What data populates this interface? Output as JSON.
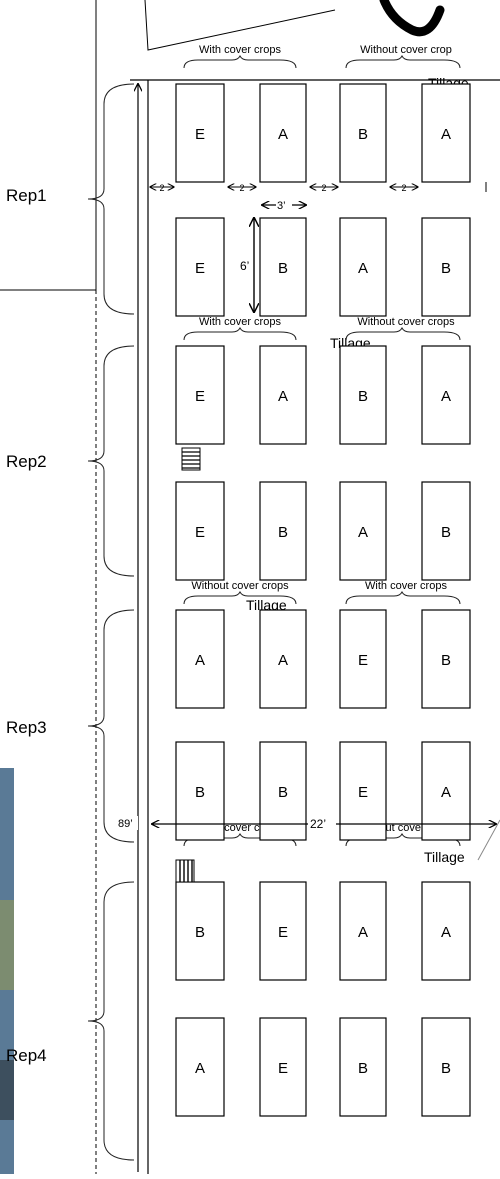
{
  "reps": [
    "Rep1",
    "Rep2",
    "Rep3",
    "Rep4"
  ],
  "dimensions": {
    "field_length": "89’",
    "field_width": "22’",
    "plot_width": "3’",
    "plot_length": "6’",
    "gap": "2"
  },
  "rep_headers": [
    {
      "left": "With cover crops",
      "right": "Without cover crop",
      "tillage": "Tillage"
    },
    {
      "left": "With cover crops",
      "right": "Without cover crops",
      "tillage": "Tillage"
    },
    {
      "left": "Without cover crops",
      "right": "With cover crops",
      "tillage": "Tillage"
    },
    {
      "left": "With cover crops",
      "right": "Without cover crops",
      "tillage": "Tillage"
    }
  ],
  "plot_rows": [
    [
      "E",
      "A",
      "B",
      "A"
    ],
    [
      "E",
      "B",
      "A",
      "B"
    ],
    [
      "E",
      "A",
      "B",
      "A"
    ],
    [
      "E",
      "B",
      "A",
      "B"
    ],
    [
      "A",
      "A",
      "E",
      "B"
    ],
    [
      "B",
      "B",
      "E",
      "A"
    ],
    [
      "B",
      "E",
      "A",
      "A"
    ],
    [
      "A",
      "E",
      "B",
      "B"
    ]
  ],
  "colors": {
    "line": "#000000",
    "photo_strip": "#5a7a96",
    "curve": "#222222"
  }
}
